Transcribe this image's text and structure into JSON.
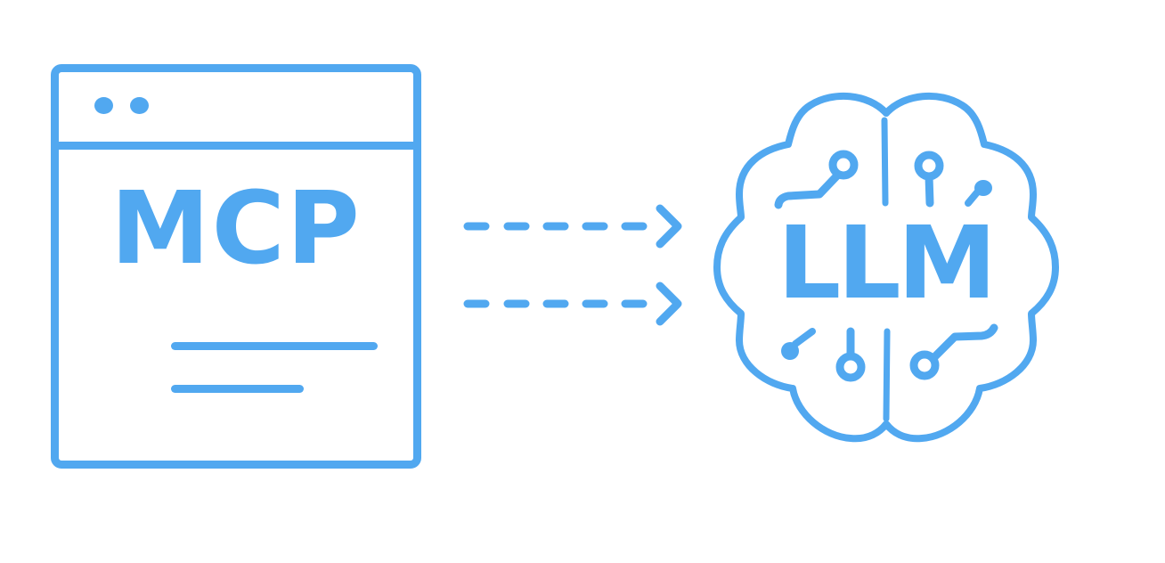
{
  "diagram": {
    "source": {
      "label": "MCP",
      "shape": "browser-window",
      "icon": "browser-window-icon"
    },
    "connectors": [
      {
        "style": "dashed-arrow",
        "direction": "right",
        "icon": "arrow-right-icon"
      },
      {
        "style": "dashed-arrow",
        "direction": "right",
        "icon": "arrow-right-icon"
      }
    ],
    "target": {
      "label": "LLM",
      "shape": "brain-circuit",
      "icon": "brain-circuit-icon"
    },
    "colors": {
      "accent": "#51a8f0",
      "background": "#ffffff"
    }
  }
}
